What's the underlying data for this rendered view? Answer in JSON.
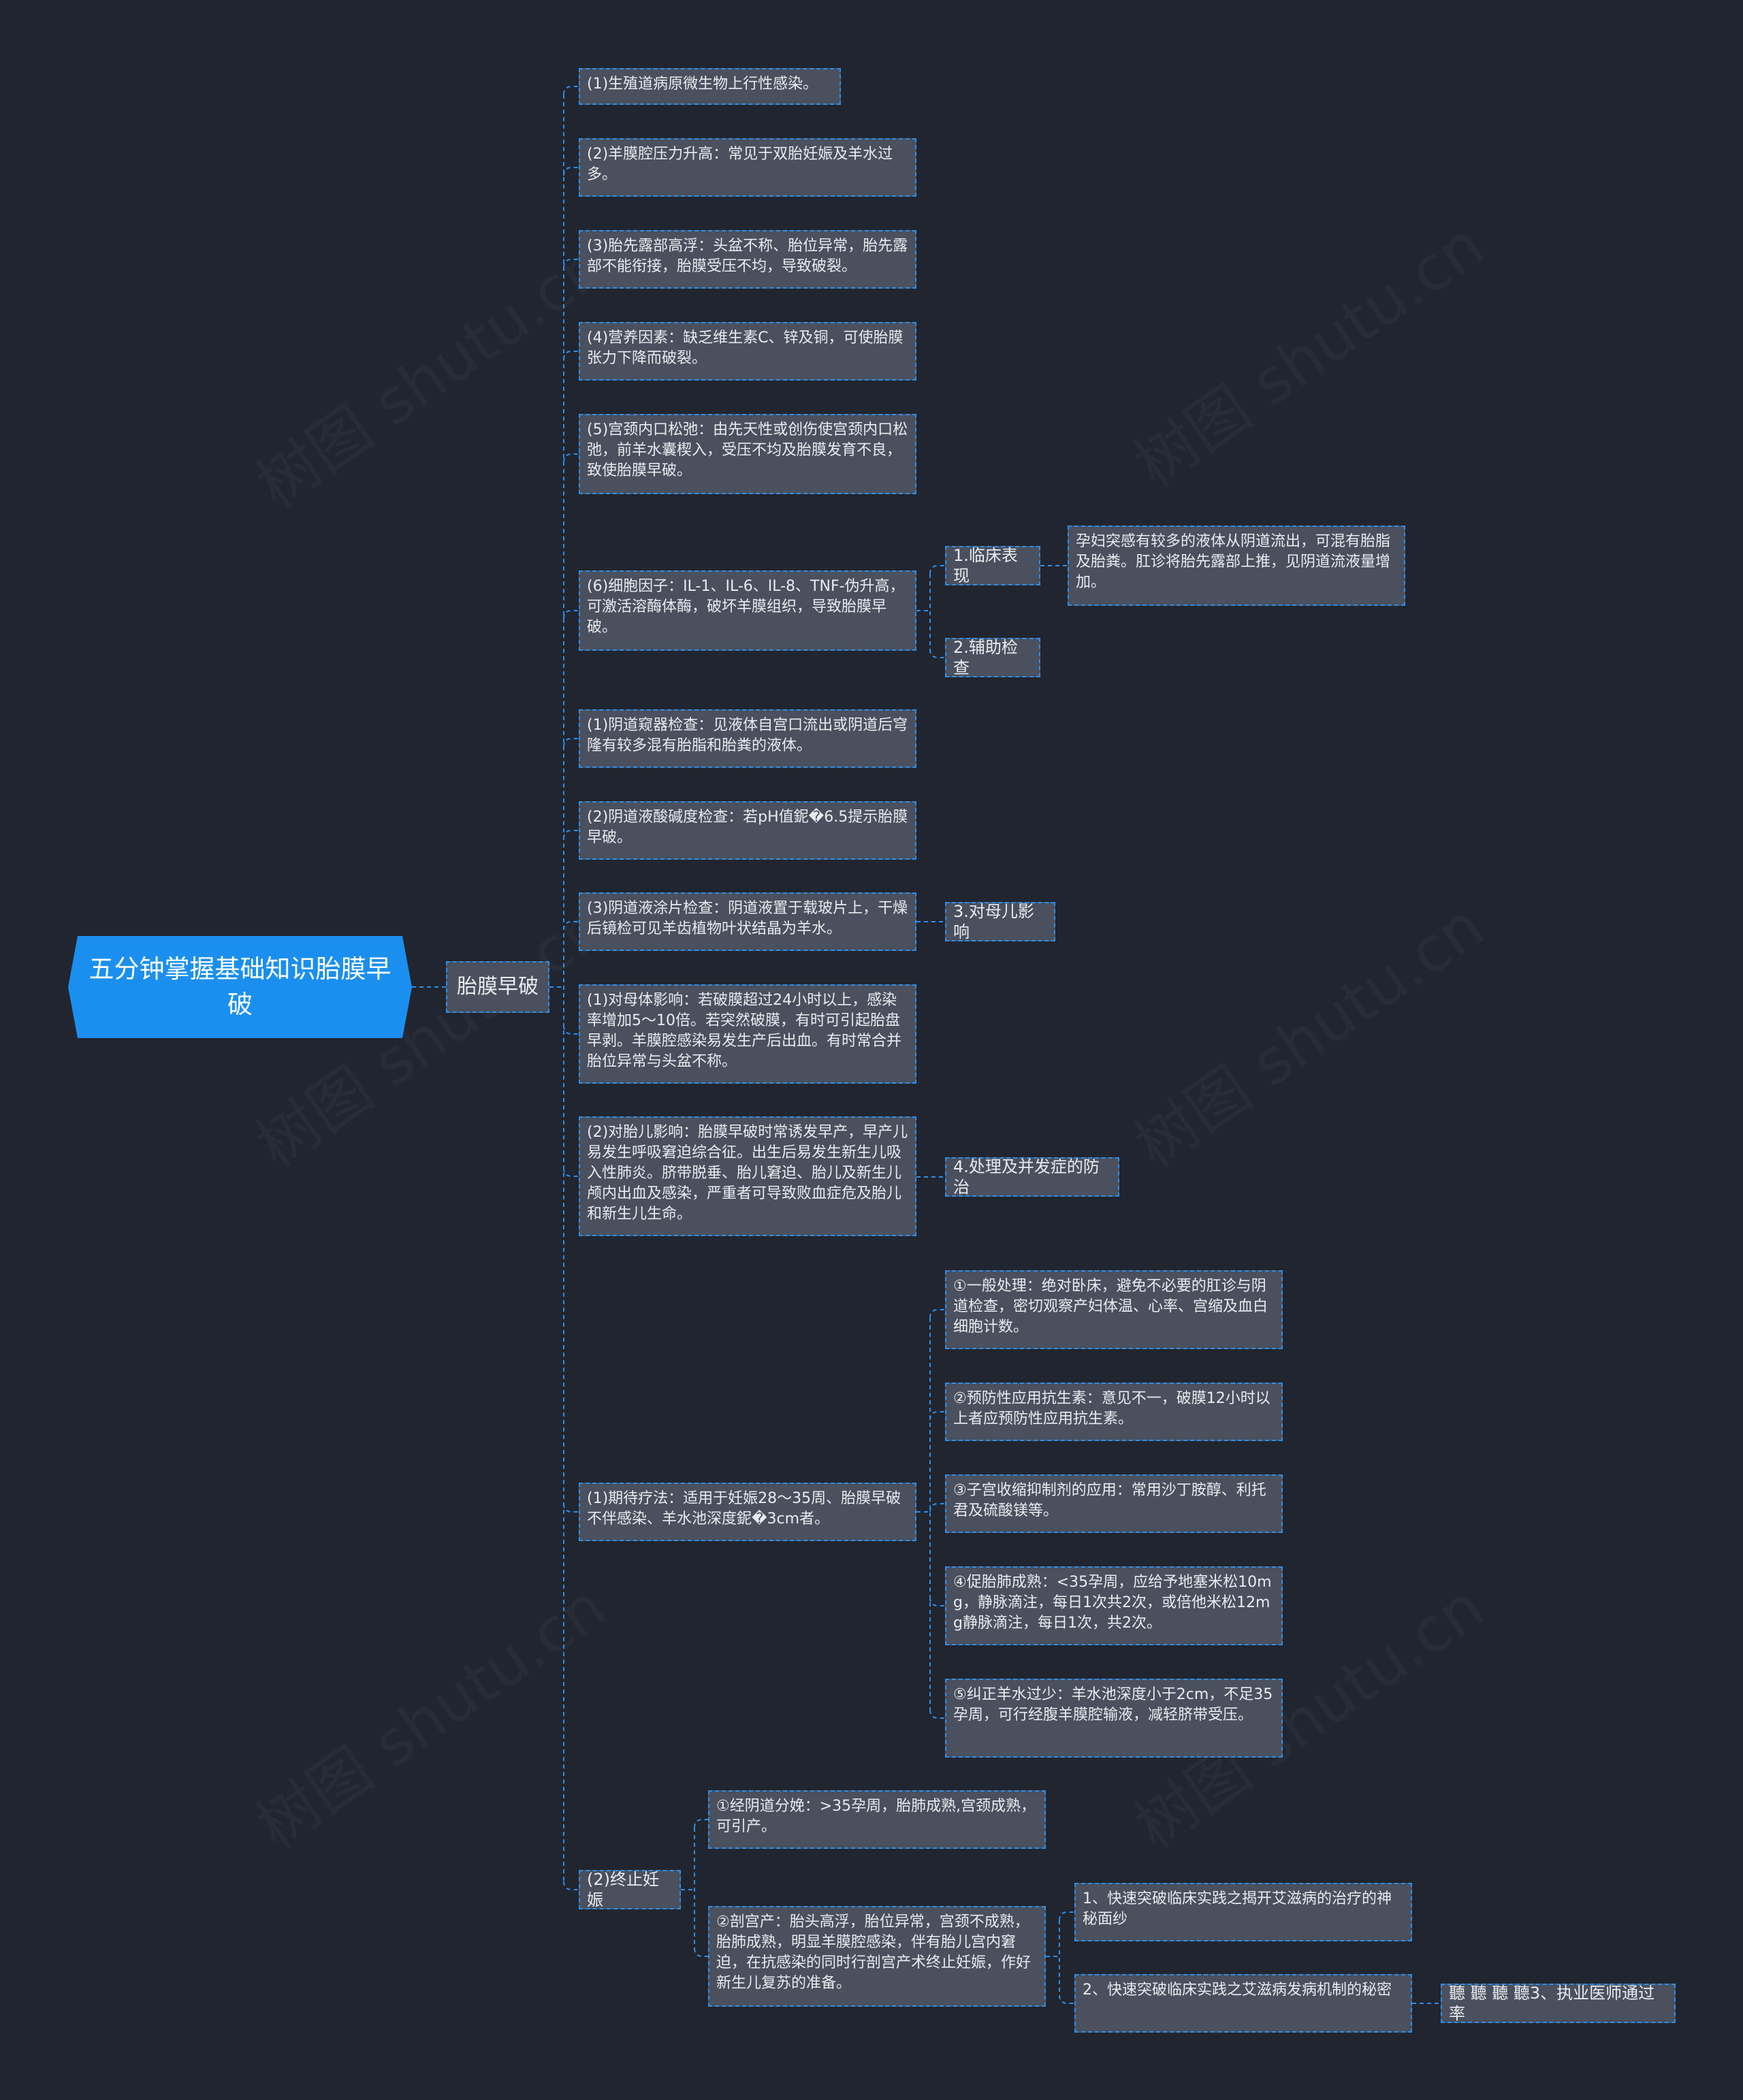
{
  "root": {
    "text": "五分钟掌握基础知识胎膜早破"
  },
  "l1": {
    "text": "胎膜早破"
  },
  "causes": [
    "(1)生殖道病原微生物上行性感染。",
    "(2)羊膜腔压力升高：常见于双胎妊娠及羊水过多。",
    "(3)胎先露部高浮：头盆不称、胎位异常，胎先露部不能衔接，胎膜受压不均，导致破裂。",
    "(4)营养因素：缺乏维生素C、锌及铜，可使胎膜张力下降而破裂。",
    "(5)宫颈内口松弛：由先天性或创伤使宫颈内口松弛，前羊水囊楔入，受压不均及胎膜发育不良，致使胎膜早破。",
    "(6)细胞因子：IL-1、IL-6、IL-8、TNF-伪升高，可激活溶酶体酶，破坏羊膜组织，导致胎膜早破。"
  ],
  "clinical": {
    "label": "1.临床表现",
    "detail": "孕妇突感有较多的液体从阴道流出，可混有胎脂及胎粪。肛诊将胎先露部上推，见阴道流液量增加。"
  },
  "aux": {
    "label": "2.辅助检查"
  },
  "exams": [
    "(1)阴道窥器检查：见液体自宫口流出或阴道后穹隆有较多混有胎脂和胎粪的液体。",
    "(2)阴道液酸碱度检查：若pH值鈮�6.5提示胎膜早破。",
    "(3)阴道液涂片检查：阴道液置于载玻片上，干燥后镜检可见羊齿植物叶状结晶为羊水。"
  ],
  "impact": {
    "label": "3.对母儿影响"
  },
  "impacts": [
    "(1)对母体影响：若破膜超过24小时以上，感染率增加5～10倍。若突然破膜，有时可引起胎盘早剥。羊膜腔感染易发生产后出血。有时常合并胎位异常与头盆不称。",
    "(2)对胎儿影响：胎膜早破时常诱发早产，早产儿易发生呼吸窘迫综合征。出生后易发生新生儿吸入性肺炎。脐带脱垂、胎儿窘迫、胎儿及新生儿颅内出血及感染，严重者可导致败血症危及胎儿和新生儿生命。"
  ],
  "treat": {
    "label": "4.处理及并发症的防治"
  },
  "expectant": {
    "label": "(1)期待疗法：适用于妊娠28～35周、胎膜早破不伴感染、羊水池深度鈮�3cm者。",
    "items": [
      "①一般处理：绝对卧床，避免不必要的肛诊与阴道检查，密切观察产妇体温、心率、宫缩及血白细胞计数。",
      "②预防性应用抗生素：意见不一，破膜12小时以上者应预防性应用抗生素。",
      "③子宫收缩抑制剂的应用：常用沙丁胺醇、利托君及硫酸镁等。",
      "④促胎肺成熟：<35孕周，应给予地塞米松10mg，静脉滴注，每日1次共2次，或倍他米松12mg静脉滴注，每日1次，共2次。",
      "⑤纠正羊水过少：羊水池深度小于2cm，不足35孕周，可行经腹羊膜腔输液，减轻脐带受压。"
    ]
  },
  "terminate": {
    "label": "(2)终止妊娠",
    "vaginal": "①经阴道分娩：>35孕周，胎肺成熟,宫颈成熟，可引产。",
    "cesarean": "②剖宫产：胎头高浮，胎位异常，宫颈不成熟，胎肺成熟，明显羊膜腔感染，伴有胎儿宫内窘迫，在抗感染的同时行剖宫产术终止妊娠，作好新生儿复苏的准备。",
    "links": [
      "1、快速突破临床实践之揭开艾滋病的治疗的神秘面纱",
      "2、快速突破临床实践之艾滋病发病机制的秘密"
    ],
    "tail": "聽 聽 聽 聽3、执业医师通过率"
  },
  "watermark": "树图 shutu.cn"
}
